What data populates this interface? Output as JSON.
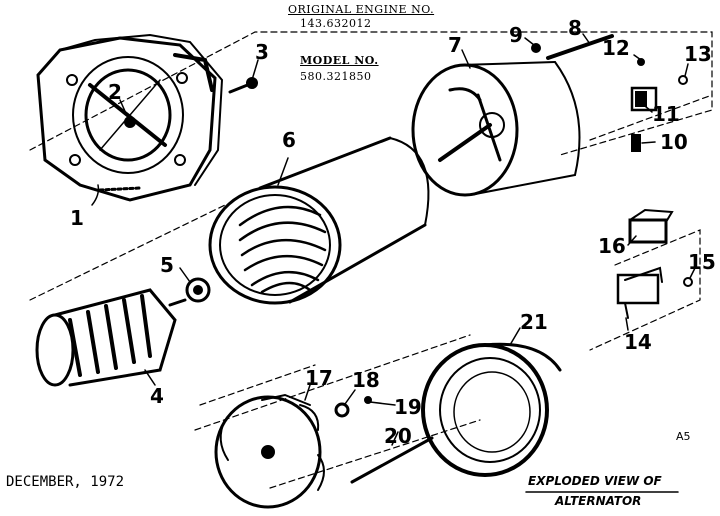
{
  "header": {
    "engine_label": "ORIGINAL ENGINE NO.",
    "engine_number": "143.632012",
    "model_label": "MODEL NO.",
    "model_number": "580.321850"
  },
  "part_numbers": [
    "1",
    "2",
    "3",
    "4",
    "5",
    "6",
    "7",
    "8",
    "9",
    "10",
    "11",
    "12",
    "13",
    "14",
    "15",
    "16",
    "17",
    "18",
    "19",
    "20",
    "21"
  ],
  "footer": {
    "date": "DECEMBER, 1972",
    "title_line1": "EXPLODED VIEW OF",
    "title_line2": "ALTERNATOR",
    "page_code": "A5"
  }
}
